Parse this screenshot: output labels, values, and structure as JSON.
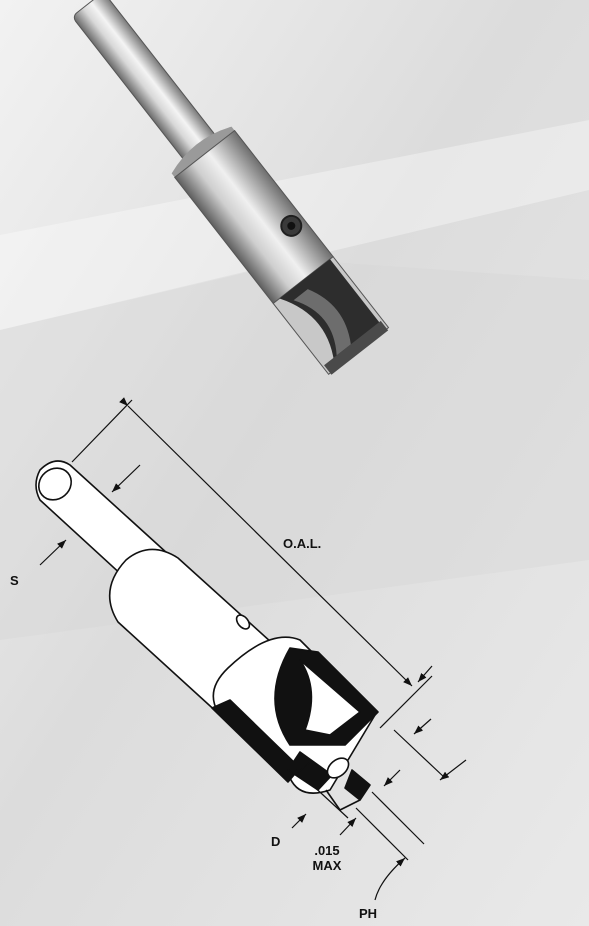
{
  "labels": {
    "oal": "O.A.L.",
    "s": "S",
    "d": "D",
    "tolerance_line1": ".015",
    "tolerance_line2": "MAX",
    "ph": "PH"
  }
}
